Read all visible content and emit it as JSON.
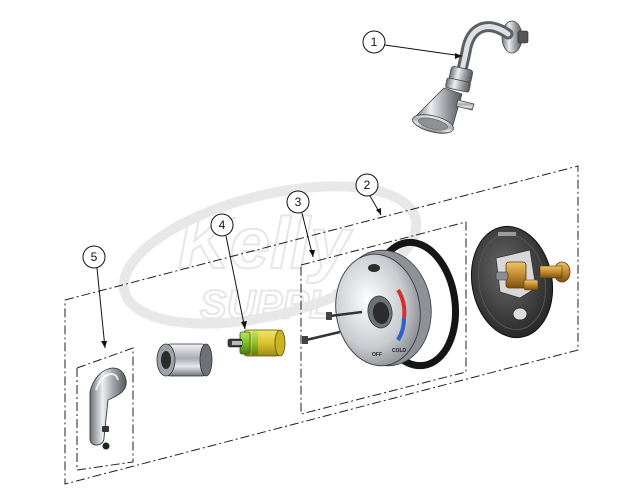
{
  "callouts": [
    {
      "id": "1",
      "part": "shower-head-assembly"
    },
    {
      "id": "2",
      "part": "trim-kit-group"
    },
    {
      "id": "3",
      "part": "escutcheon-plate-group"
    },
    {
      "id": "4",
      "part": "cartridge"
    },
    {
      "id": "5",
      "part": "lever-handle-group"
    }
  ],
  "plate_labels": {
    "off": "OFF",
    "cold": "COLD"
  },
  "watermark": {
    "line1": "Kelly",
    "line2": "SUPPLY"
  },
  "colors": {
    "cartridge_green": "#7fbf2a",
    "cartridge_yellow": "#e6d23a",
    "hot_indicator": "#d43030",
    "cold_indicator": "#2f5fc8",
    "chrome": "#b9bcc0",
    "dark_rubber": "#2a2a2a",
    "brass": "#c28a2e"
  }
}
